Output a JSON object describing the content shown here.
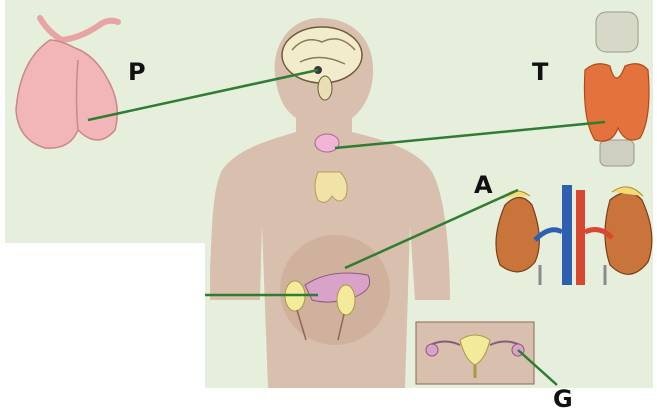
{
  "labels": {
    "pituitary": "P",
    "thyroid": "T",
    "adrenal": "A",
    "gonads": "G"
  },
  "colors": {
    "background": "#e6efdb",
    "body": "#d9bfae",
    "body_shadow": "#c9a58f",
    "leader_line": "#2e7d32",
    "gland_pink": "#f2b5b8",
    "kidney": "#c8743a",
    "artery": "#d8472f",
    "vein": "#2f5fb0"
  }
}
